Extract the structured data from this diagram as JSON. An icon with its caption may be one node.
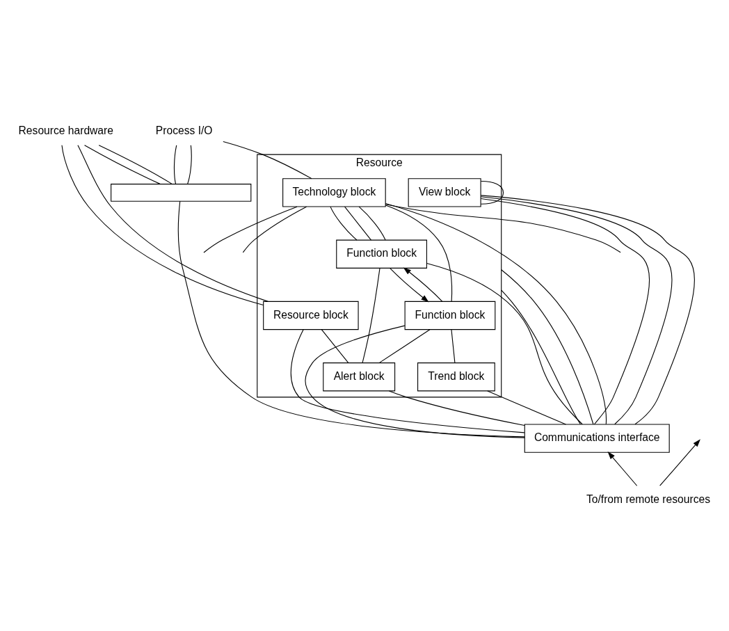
{
  "diagram": {
    "nodes": [
      {
        "text": [
          "Process I/O"
        ]
      },
      {
        "text": [
          "Resource hardware"
        ]
      },
      {
        "text": [],
        "shape": "box"
      },
      {
        "text": [
          "Resource"
        ]
      },
      {
        "text": [
          "Technology block"
        ],
        "in": 3
      },
      {
        "text": [
          "Resource block"
        ],
        "in": 3
      },
      {
        "text": [
          "Function block"
        ],
        "in": 3
      },
      {
        "text": [
          "Function block"
        ],
        "in": 3
      },
      {
        "text": [
          "View block"
        ],
        "in": 3
      },
      {
        "text": [
          "Alert block"
        ],
        "in": 3
      },
      {
        "text": [
          "Trend block"
        ],
        "in": 3
      },
      {
        "text": [
          "Communications interface"
        ]
      },
      {
        "text": [
          "To/from remote resources"
        ]
      }
    ],
    "edges": [
      {
        "from": 0,
        "to": 4,
        "arrow": "none"
      },
      {
        "from": 0,
        "to": 2,
        "arrow": "none"
      },
      {
        "from": 0,
        "to": 2,
        "arrow": "none"
      },
      {
        "from": 1,
        "to": 5,
        "arrow": "none"
      },
      {
        "from": 1,
        "to": 5,
        "arrow": "none"
      },
      {
        "from": 1,
        "to": 2,
        "arrow": "none"
      },
      {
        "from": 1,
        "to": 2,
        "arrow": "none"
      },
      {
        "from": 2,
        "to": 11,
        "arrow": "none"
      },
      {
        "from": 3,
        "to": 11,
        "arrow": "none"
      },
      {
        "from": 3,
        "to": 11,
        "arrow": "none"
      },
      {
        "from": 4,
        "to": 11,
        "arrow": "none"
      },
      {
        "from": 4,
        "to": 6,
        "arrow": "none"
      },
      {
        "from": 4,
        "to": 6,
        "arrow": "none"
      },
      {
        "from": 4,
        "to": 6,
        "arrow": "none"
      },
      {
        "from": 4,
        "to": null,
        "arrow": "none"
      },
      {
        "from": 4,
        "to": null,
        "arrow": "none"
      },
      {
        "from": 4,
        "to": null,
        "arrow": "none"
      },
      {
        "from": 4,
        "to": 7,
        "arrow": "none"
      },
      {
        "from": 6,
        "to": 7,
        "arrow": "to"
      },
      {
        "from": 7,
        "to": 6,
        "arrow": "to"
      },
      {
        "from": 6,
        "to": 9,
        "arrow": "none"
      },
      {
        "from": 7,
        "to": 9,
        "arrow": "none"
      },
      {
        "from": 6,
        "to": 11,
        "arrow": "none"
      },
      {
        "from": 8,
        "to": 8,
        "arrow": "none"
      },
      {
        "from": 8,
        "to": 11,
        "arrow": "none"
      },
      {
        "from": 8,
        "to": 11,
        "arrow": "none"
      },
      {
        "from": 8,
        "to": 11,
        "arrow": "none"
      },
      {
        "from": 7,
        "to": 10,
        "arrow": "none"
      },
      {
        "from": 7,
        "to": 11,
        "arrow": "none"
      },
      {
        "from": 10,
        "to": 11,
        "arrow": "none"
      },
      {
        "from": 5,
        "to": 9,
        "arrow": "none"
      },
      {
        "from": 9,
        "to": 11,
        "arrow": "none"
      },
      {
        "from": 5,
        "to": 11,
        "arrow": "none"
      },
      {
        "from": 12,
        "to": 11,
        "arrow": "to"
      },
      {
        "from": 12,
        "to": null,
        "arrow": "to"
      }
    ]
  }
}
